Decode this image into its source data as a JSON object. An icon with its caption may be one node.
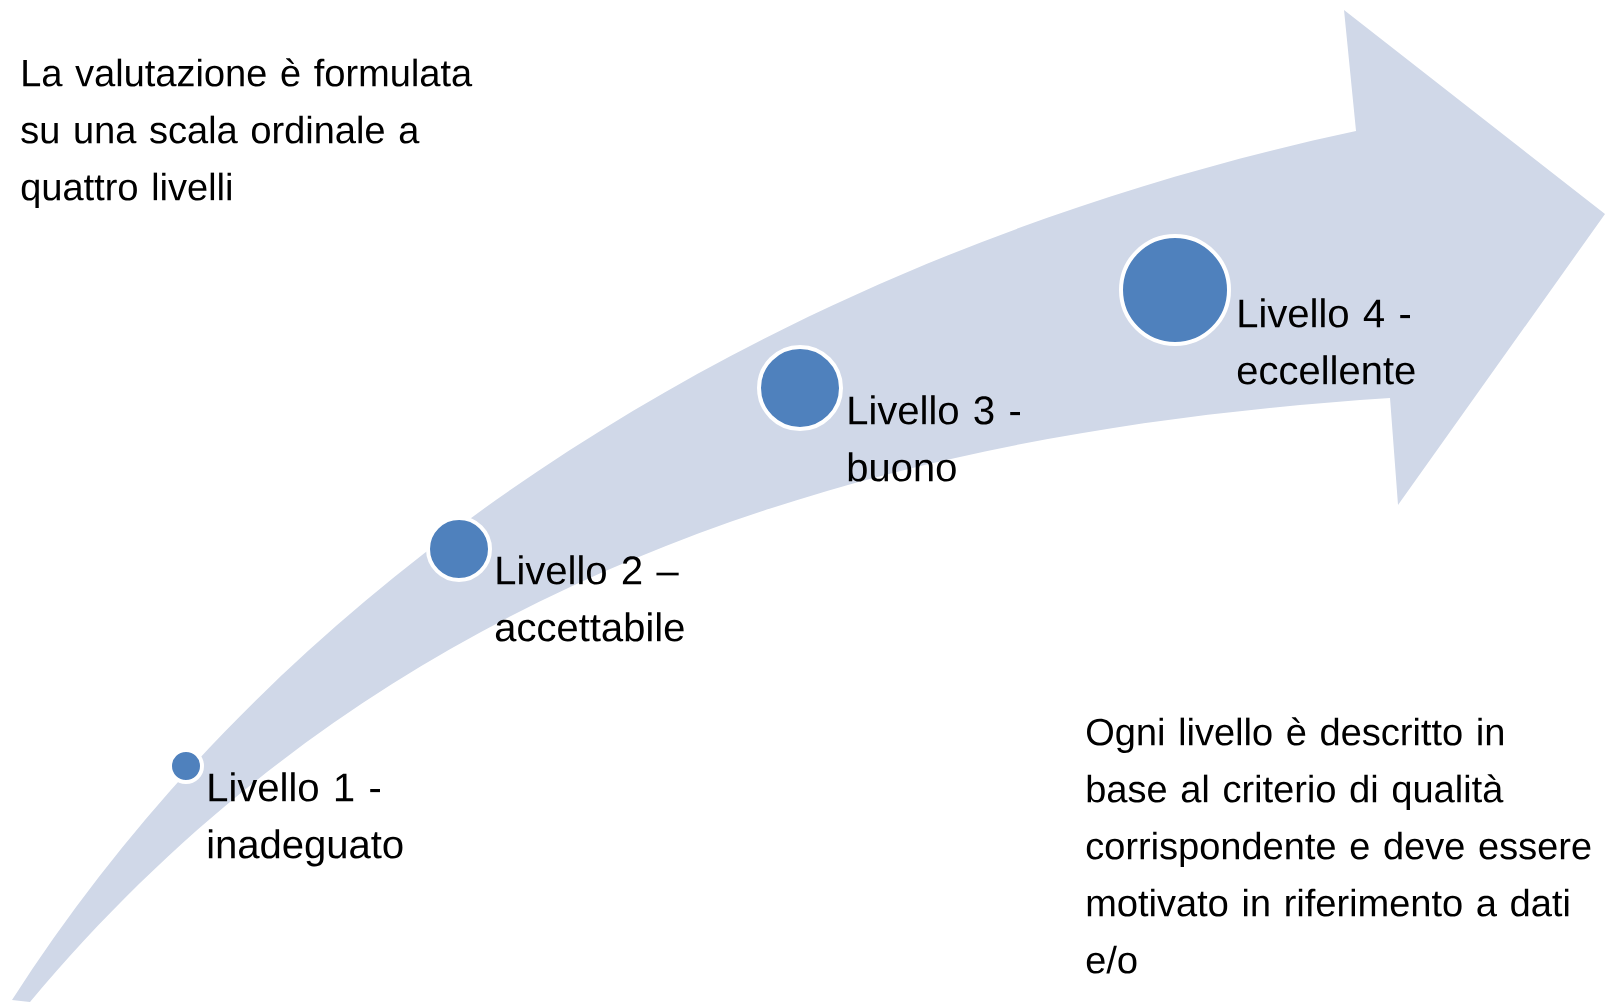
{
  "diagram": {
    "nodes": [
      {
        "text": [],
        "shape": "circle",
        "beside": [
          "Livello 1 - inadeguato"
        ]
      },
      {
        "text": [],
        "shape": "circle",
        "beside": [
          "Livello 2 – accettabile"
        ]
      },
      {
        "text": [],
        "shape": "circle",
        "beside": [
          "Livello 3 - buono"
        ]
      },
      {
        "text": [],
        "shape": "circle",
        "beside": [
          "Livello 4 - eccellente"
        ]
      }
    ],
    "labels": [
      "La valutazione è formulata su una scala ordinale a quattro livelli",
      "Ogni livello è descritto in base al criterio di qualità corrispondente e deve essere motivato in riferimento a dati e/o"
    ]
  }
}
